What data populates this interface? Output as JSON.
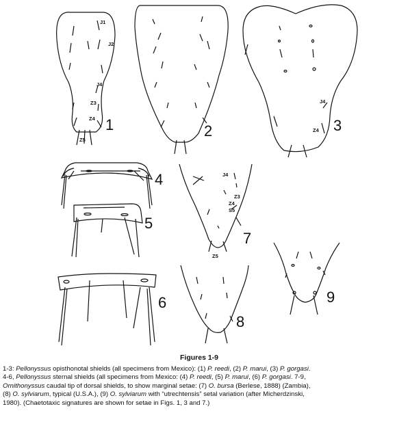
{
  "figure": {
    "numbers": [
      "1",
      "2",
      "3",
      "4",
      "5",
      "6",
      "7",
      "8",
      "9"
    ],
    "seta_labels": {
      "fig1": [
        "J1",
        "J2",
        "J4",
        "Z3",
        "Z4",
        "Z5"
      ],
      "fig3": [
        "J4",
        "Z4"
      ],
      "fig7": [
        "J4",
        "Z3",
        "Z4",
        "S5",
        "Z5"
      ]
    }
  },
  "caption": {
    "title": "Figures 1-9",
    "lines": [
      [
        {
          "t": "1-3: "
        },
        {
          "t": "Pellonyssus",
          "i": true
        },
        {
          "t": " opisthonotal shields (all specimens from Mexico): (1) "
        },
        {
          "t": "P. reedi",
          "i": true
        },
        {
          "t": ", (2) "
        },
        {
          "t": "P. marui",
          "i": true
        },
        {
          "t": ", (3) "
        },
        {
          "t": "P. gorgasi",
          "i": true
        },
        {
          "t": "."
        }
      ],
      [
        {
          "t": "4-6, "
        },
        {
          "t": "Pellonyssus",
          "i": true
        },
        {
          "t": " sternal shields (all specimens from Mexico: (4) "
        },
        {
          "t": "P. reedi",
          "i": true
        },
        {
          "t": ",  (5) "
        },
        {
          "t": "P. marui",
          "i": true
        },
        {
          "t": ", (6) "
        },
        {
          "t": "P. gorgasi",
          "i": true
        },
        {
          "t": ". 7-9,"
        }
      ],
      [
        {
          "t": "Ornithonyssus",
          "i": true
        },
        {
          "t": " caudal tip of dorsal shields, to show marginal setae: (7) "
        },
        {
          "t": "O. bursa",
          "i": true
        },
        {
          "t": " (Berlese, 1888) (Zambia),"
        }
      ],
      [
        {
          "t": "(8) "
        },
        {
          "t": "O. sylviarum",
          "i": true
        },
        {
          "t": ", typical (U.S.A.), (9) "
        },
        {
          "t": "O. sylviarum",
          "i": true
        },
        {
          "t": " with “utrechtensis” setal variation (after Micherdzinski,"
        }
      ],
      [
        {
          "t": "1980). (Chaetotaxic signatures are shown for setae in Figs. 1, 3 and 7.)"
        }
      ]
    ]
  }
}
